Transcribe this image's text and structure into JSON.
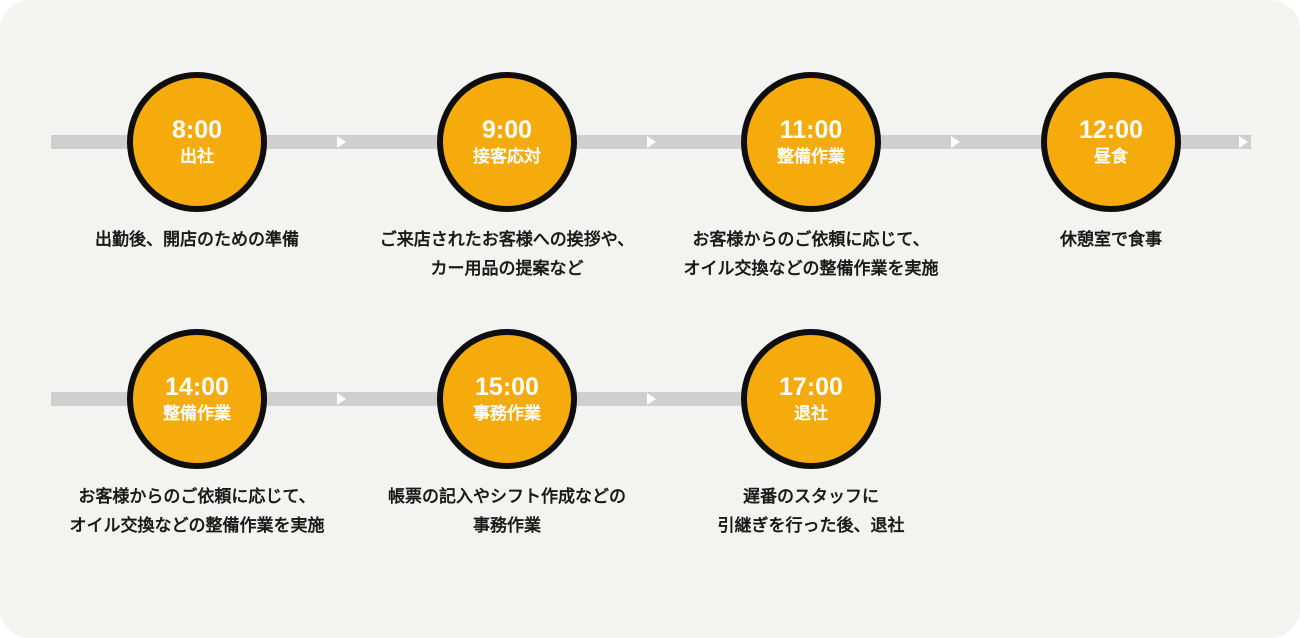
{
  "colors": {
    "panel_bg": "#f3f3f2",
    "circle_fill": "#f5ab0c",
    "circle_border": "#0e0e0e",
    "line": "#cfcfcf",
    "arrow": "#ffffff",
    "time_text": "#ffffff",
    "desc_text": "#1a1a1a"
  },
  "rows": [
    {
      "items": [
        {
          "time": "8:00",
          "label": "出社",
          "desc": "出勤後、開店のための準備"
        },
        {
          "time": "9:00",
          "label": "接客応対",
          "desc": "ご来店されたお客様への挨拶や、\nカー用品の提案など"
        },
        {
          "time": "11:00",
          "label": "整備作業",
          "desc": "お客様からのご依頼に応じて、\nオイル交換などの整備作業を実施"
        },
        {
          "time": "12:00",
          "label": "昼食",
          "desc": "休憩室で食事"
        }
      ]
    },
    {
      "items": [
        {
          "time": "14:00",
          "label": "整備作業",
          "desc": "お客様からのご依頼に応じて、\nオイル交換などの整備作業を実施"
        },
        {
          "time": "15:00",
          "label": "事務作業",
          "desc": "帳票の記入やシフト作成などの\n事務作業"
        },
        {
          "time": "17:00",
          "label": "退社",
          "desc": "遅番のスタッフに\n引継ぎを行った後、退社"
        }
      ]
    }
  ]
}
